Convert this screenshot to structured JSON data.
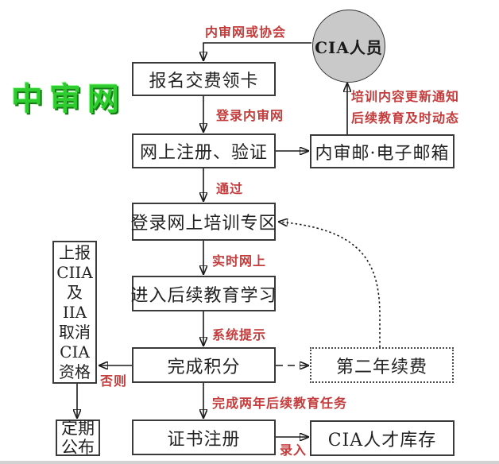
{
  "watermark": {
    "text": "中审网"
  },
  "nodes": {
    "cia_person": {
      "label": "CIA人员"
    },
    "signup_pay_card": {
      "label": "报名交费领卡"
    },
    "online_registration": {
      "label": "网上注册、验证"
    },
    "email_box": {
      "label": "内审邮·电子邮箱"
    },
    "login_training_zone": {
      "label": "登录网上培训专区"
    },
    "continuing_education": {
      "label": "进入后续教育学习"
    },
    "complete_credits": {
      "label": "完成积分"
    },
    "second_year_renewal": {
      "label": "第二年续费"
    },
    "certificate_registration": {
      "label": "证书注册"
    },
    "cia_talent_pool": {
      "label": "CIA人才库存"
    },
    "report_cancel_qualification": {
      "lines": [
        "上报",
        "CIIA",
        "及",
        "IIA",
        "取消",
        "CIA",
        "资格"
      ]
    },
    "periodic_publish": {
      "lines": [
        "定期",
        "公布"
      ]
    }
  },
  "edge_labels": {
    "via_site_or_association": "内审网或协会",
    "login_neishen_site": "登录内审网",
    "notify_line1": "培训内容更新通知",
    "notify_line2": "后续教育及时动态",
    "pass": "通过",
    "realtime_online": "实时网上",
    "system_prompt": "系统提示",
    "otherwise": "否则",
    "two_year_task": "完成两年后续教育任务",
    "entry": "录入"
  },
  "colors": {
    "label_red": "#c43c3c",
    "watermark_green": "#2ecc2e",
    "circle_fill": "#c9c9c9",
    "line_dark": "#1a1a1a"
  }
}
